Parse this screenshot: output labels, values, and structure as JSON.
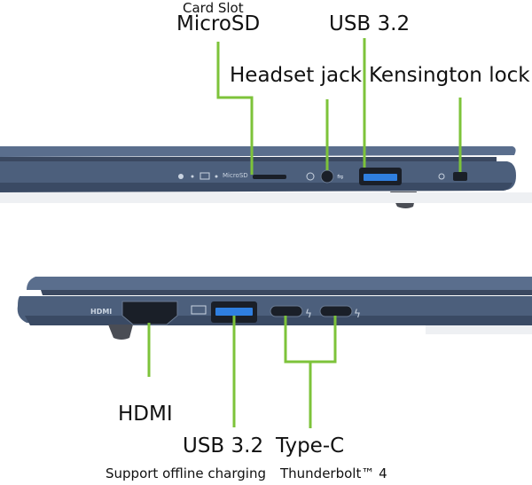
{
  "top": {
    "card_slot_label": "Card Slot",
    "microsd_label": "MicroSD",
    "usb_label": "USB 3.2",
    "headset_label": "Headset jack",
    "kensington_label": "Kensington lock",
    "port_print_microsd": "MicroSD"
  },
  "bottom": {
    "hdmi_label": "HDMI",
    "usb_label": "USB 3.2",
    "usb_sub_label": "Support offline charging",
    "typec_label": "Type-C",
    "typec_sub_label": "Thunderbolt™ 4",
    "port_print_hdmi": "HDMI"
  },
  "colors": {
    "callout_line": "#7dc33a",
    "chassis": "#4c5f7c",
    "chassis_dark": "#2f3b4f",
    "usb_blue": "#2f7fe0"
  }
}
